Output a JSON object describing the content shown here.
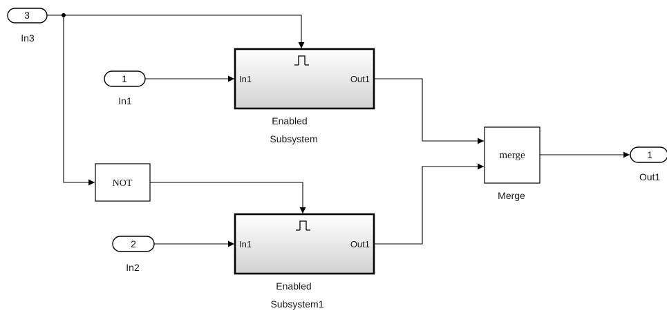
{
  "diagram": {
    "inports": [
      {
        "id": "in3",
        "number": "3",
        "label": "In3"
      },
      {
        "id": "in1",
        "number": "1",
        "label": "In1"
      },
      {
        "id": "in2",
        "number": "2",
        "label": "In2"
      }
    ],
    "outports": [
      {
        "id": "out1",
        "number": "1",
        "label": "Out1"
      }
    ],
    "subsystems": [
      {
        "id": "enabled-subsystem",
        "label_line1": "Enabled",
        "label_line2": "Subsystem",
        "in_port": "In1",
        "out_port": "Out1"
      },
      {
        "id": "enabled-subsystem1",
        "label_line1": "Enabled",
        "label_line2": "Subsystem1",
        "in_port": "In1",
        "out_port": "Out1"
      }
    ],
    "not_block": {
      "text": "NOT"
    },
    "merge_block": {
      "text": "merge",
      "label": "Merge"
    }
  },
  "colors": {
    "line": "#000000",
    "subsystem_gradient_top": "#ffffff",
    "subsystem_gradient_bottom": "#d4d4d4",
    "background": "#ffffff"
  }
}
